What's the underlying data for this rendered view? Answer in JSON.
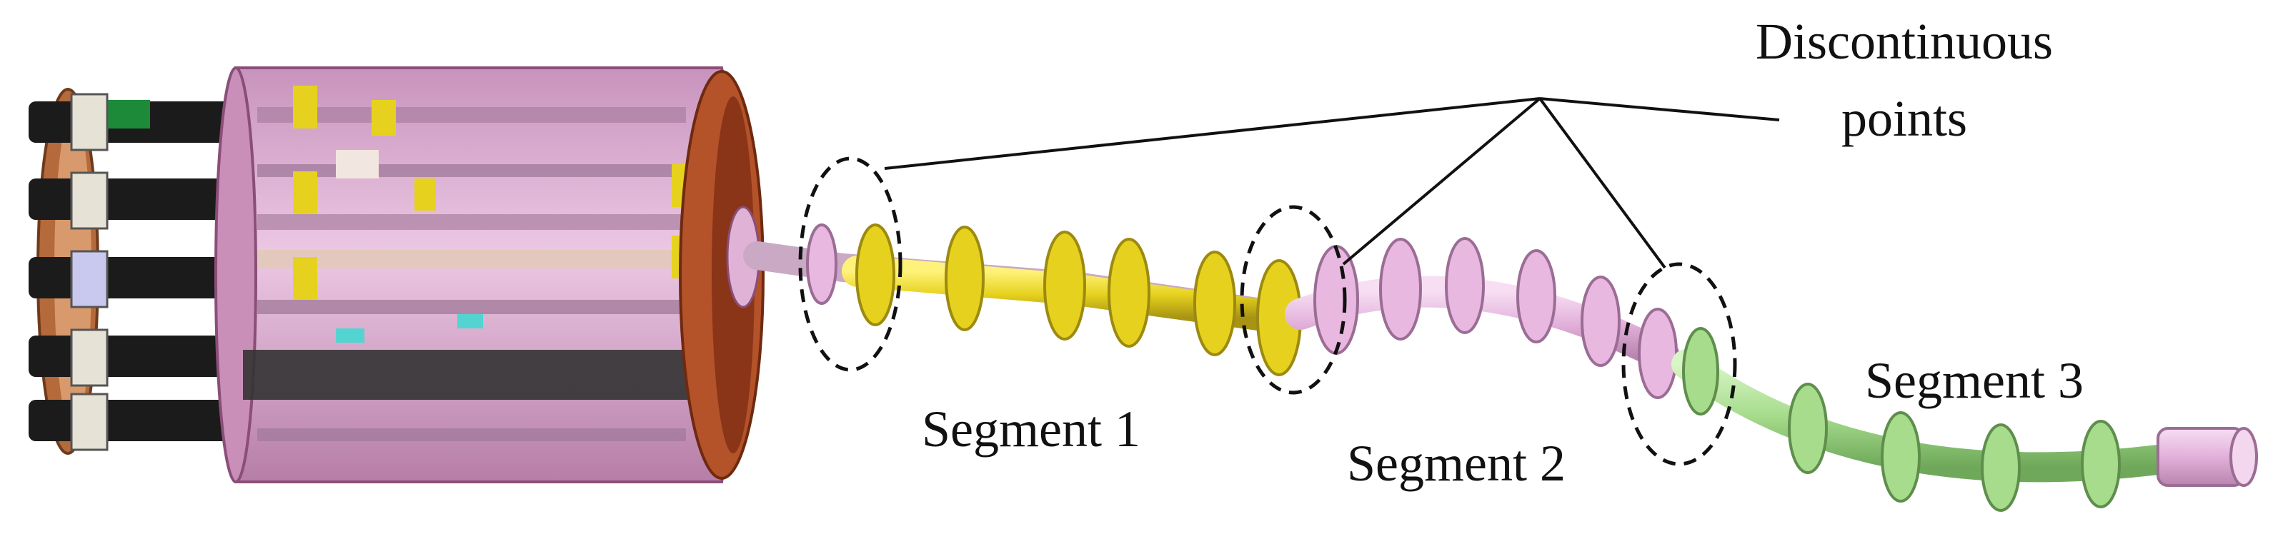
{
  "labels": {
    "discontinuous_line1": "Discontinuous",
    "discontinuous_line2": "points",
    "segment1": "Segment 1",
    "segment2": "Segment 2",
    "segment3": "Segment 3"
  },
  "colors": {
    "segment1": "#e6d21e",
    "segment2": "#e8b8e0",
    "segment3": "#a6dc8c",
    "housing": "#d9a3c9",
    "flange": "#b4522a",
    "leader": "#111111"
  }
}
